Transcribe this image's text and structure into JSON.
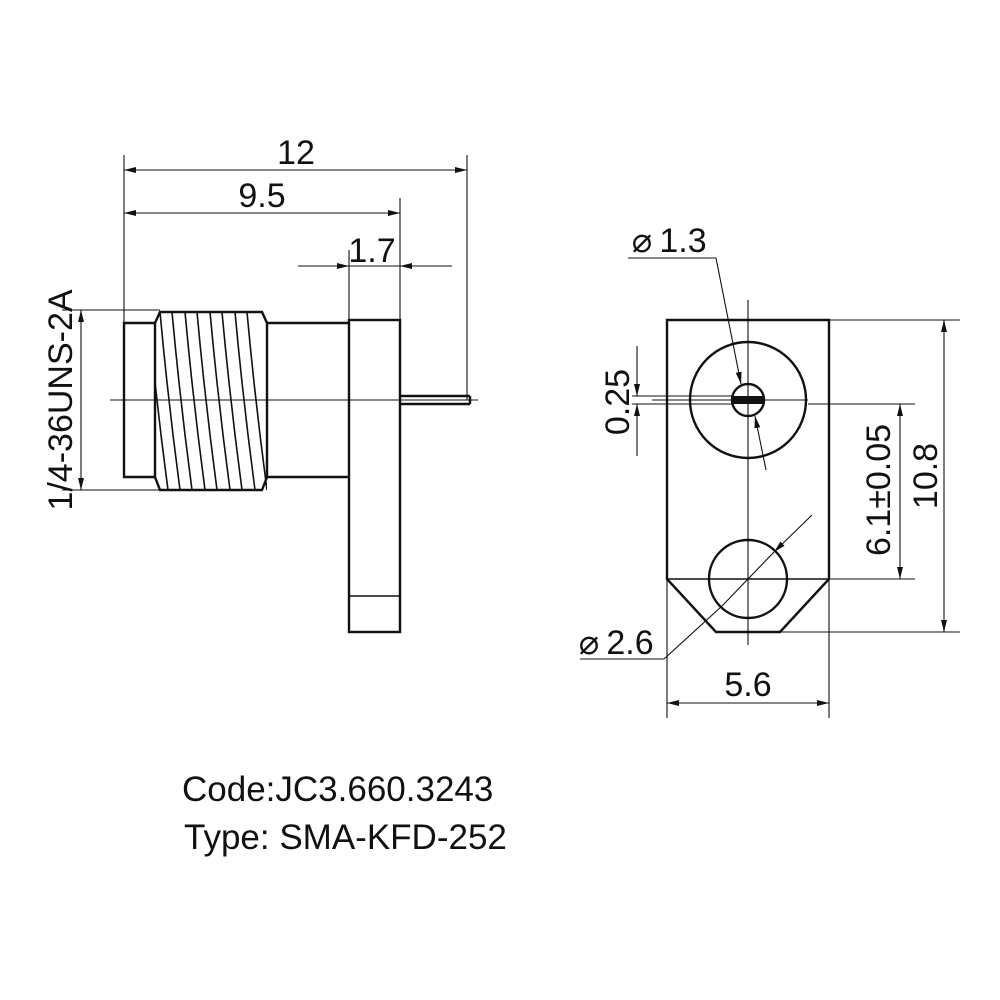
{
  "side_view": {
    "dim_overall_length": "12",
    "dim_body_length": "9.5",
    "dim_flange_thickness": "1.7",
    "thread_spec": "1/4-36UNS-2A"
  },
  "front_view": {
    "dim_pin_diameter": "1.3",
    "dim_pin_offset": "0.25",
    "dim_hole_spacing": "6.1±0.05",
    "dim_flange_height": "10.8",
    "dim_hole_diameter": "2.6",
    "dim_flange_width": "5.6",
    "diameter_symbol": "⌀"
  },
  "caption": {
    "code": "Code:JC3.660.3243",
    "type": "Type: SMA-KFD-252"
  }
}
